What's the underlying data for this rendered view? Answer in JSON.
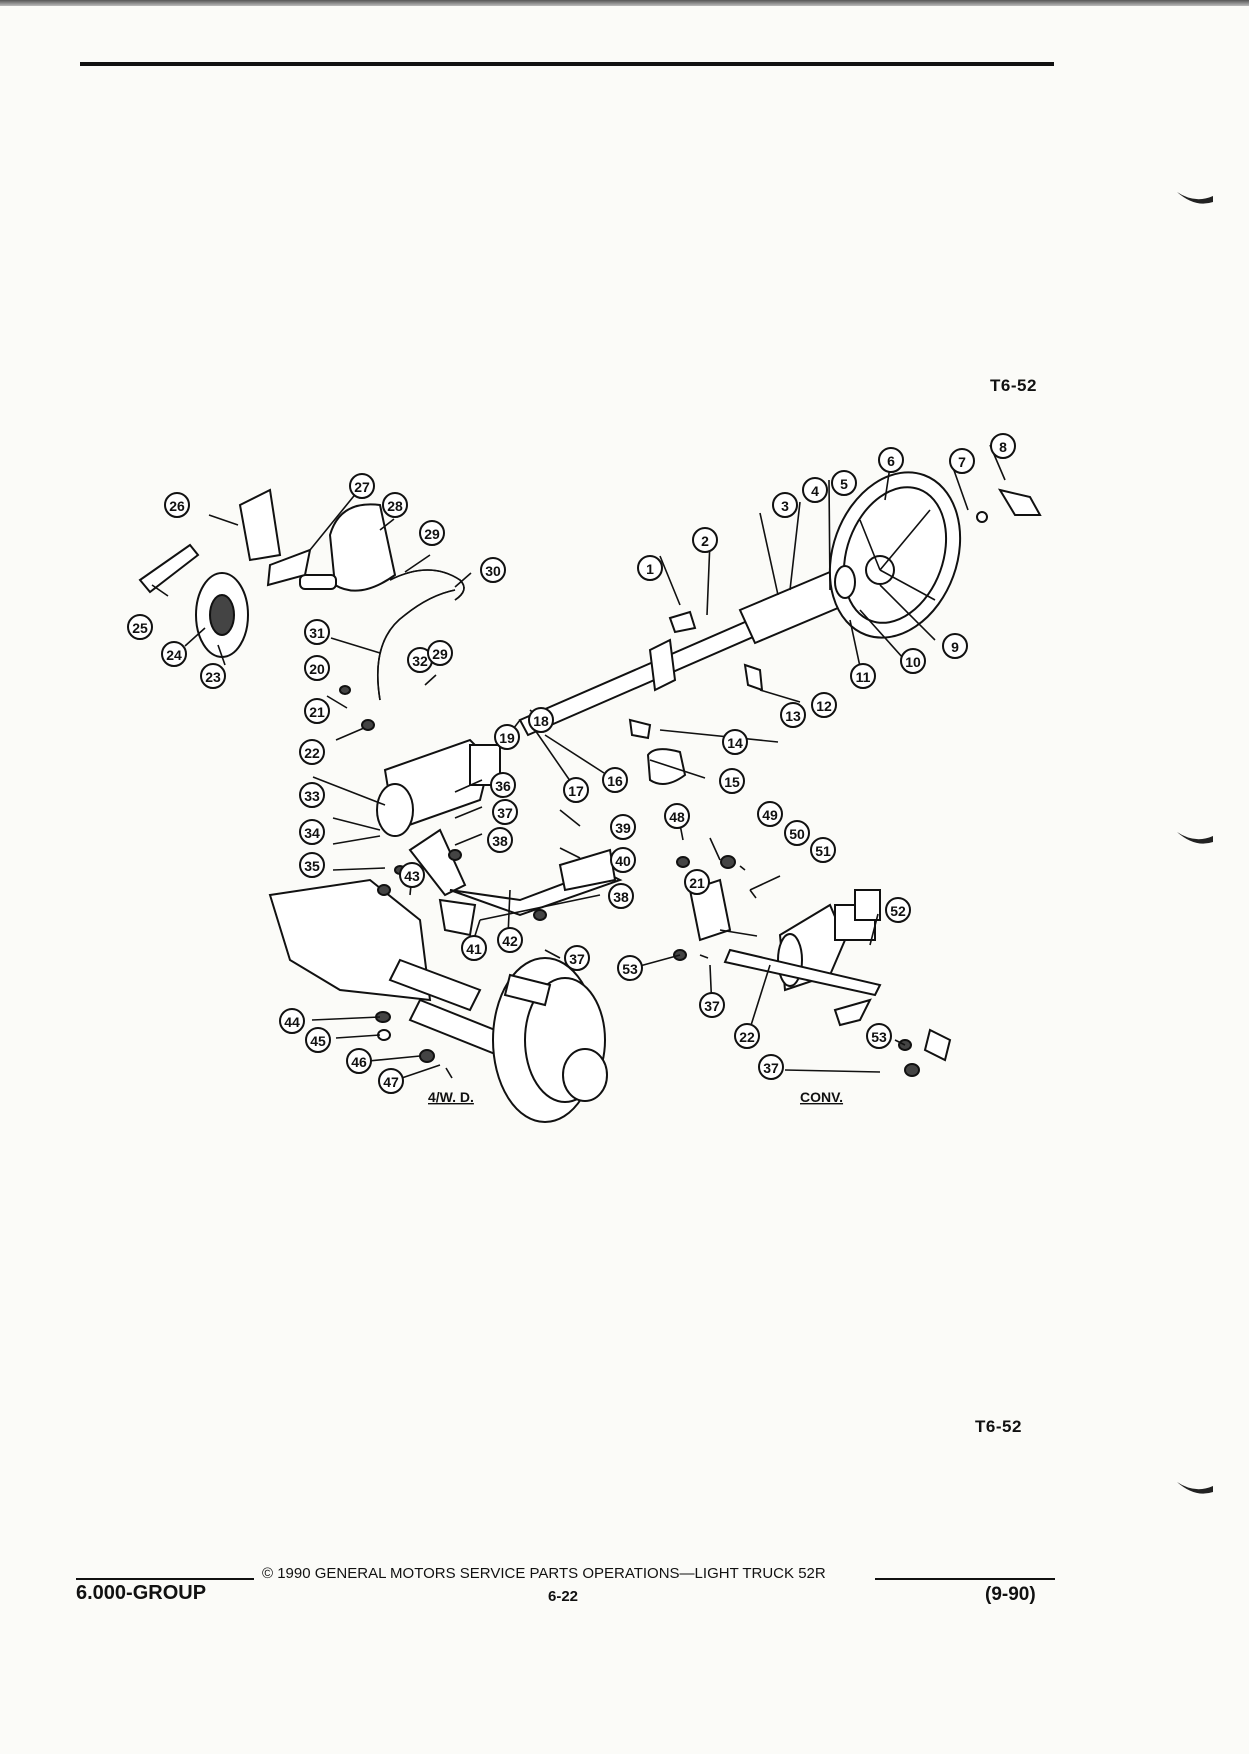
{
  "header": {
    "figure_code_top": "T6-52"
  },
  "diagram": {
    "callouts": [
      "1",
      "2",
      "3",
      "4",
      "5",
      "6",
      "7",
      "8",
      "9",
      "10",
      "11",
      "12",
      "13",
      "14",
      "15",
      "16",
      "17",
      "18",
      "19",
      "20",
      "21",
      "22",
      "23",
      "24",
      "25",
      "26",
      "27",
      "28",
      "29",
      "30",
      "31",
      "32",
      "33",
      "34",
      "35",
      "36",
      "37",
      "38",
      "39",
      "40",
      "41",
      "42",
      "43",
      "44",
      "45",
      "46",
      "47",
      "48",
      "49",
      "50",
      "51",
      "52",
      "53"
    ],
    "variant_4wd": "4/W. D.",
    "variant_conv": "CONV."
  },
  "figure_code_bottom": "T6-52",
  "footer": {
    "group": "6.000-GROUP",
    "copyright": "© 1990 GENERAL MOTORS SERVICE PARTS OPERATIONS—LIGHT TRUCK 52R",
    "page": "6-22",
    "date": "(9-90)"
  }
}
